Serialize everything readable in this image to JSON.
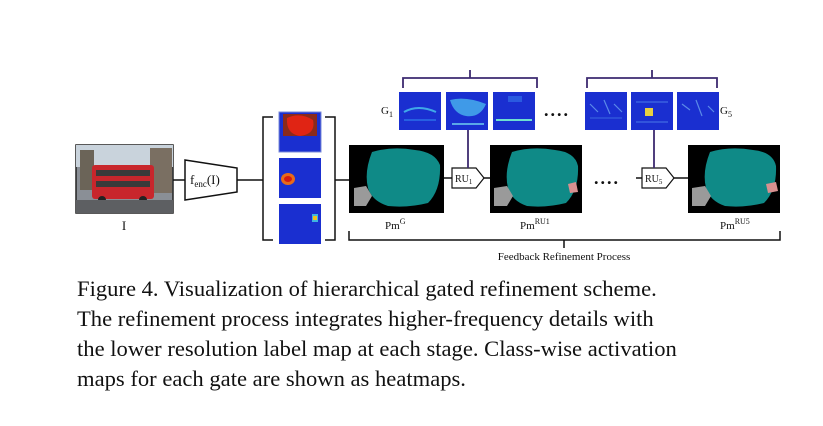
{
  "figure": {
    "input_label": "I",
    "encoder": {
      "main": "f",
      "sub": "enc",
      "rest": "(I)"
    },
    "ru_first": {
      "main": "RU",
      "sub": "1"
    },
    "ru_last": {
      "main": "RU",
      "sub": "5"
    },
    "gate_first": {
      "main": "G",
      "sub": "1"
    },
    "gate_last": {
      "main": "G",
      "sub": "5"
    },
    "pm_first": {
      "main": "Pm",
      "sup": "G"
    },
    "pm_second": {
      "main": "Pm",
      "sup": "RU1"
    },
    "pm_last": {
      "main": "Pm",
      "sup": "RU5"
    },
    "ellipsis_top": "....",
    "ellipsis_mid": "....",
    "process_label": "Feedback Refinement Process"
  },
  "caption": {
    "lines": [
      "Figure 4. Visualization of hierarchical gated refinement scheme.",
      "The refinement process integrates higher-frequency details with",
      "the lower resolution label map at each stage. Class-wise activation",
      "maps for each gate are shown as heatmaps."
    ]
  },
  "colors": {
    "bracket_purple": "#3d2a70",
    "teal": "#0f8a87",
    "heat_blue": "#1a2fd0",
    "bus_red": "#c8262c"
  }
}
